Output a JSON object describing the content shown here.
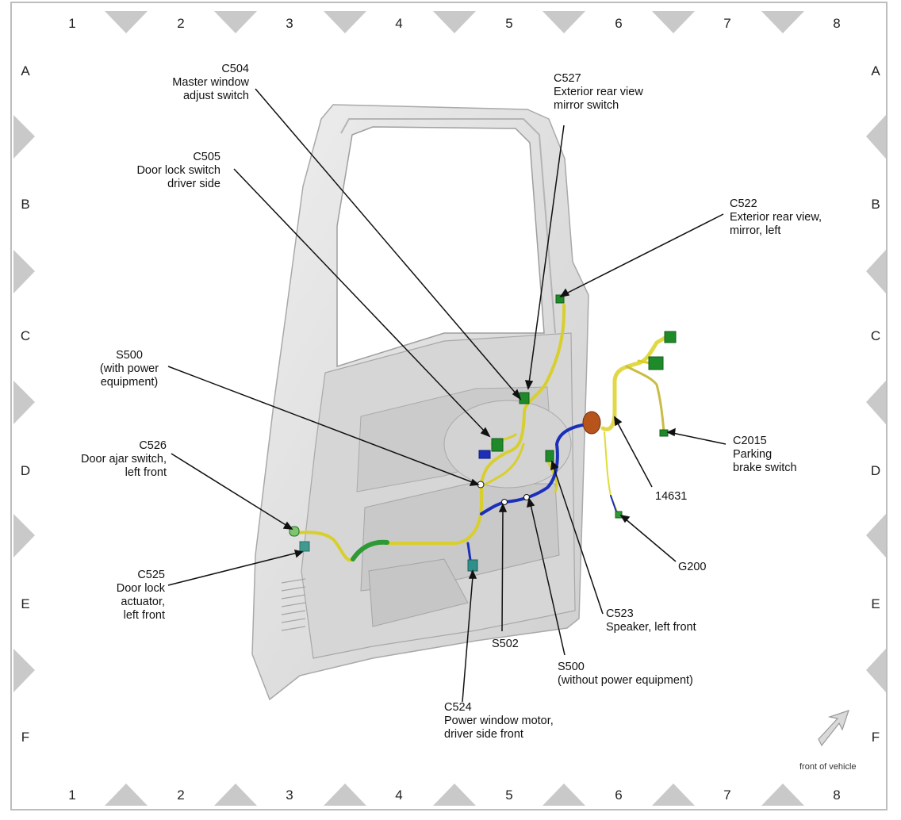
{
  "grid": {
    "columns": [
      "1",
      "2",
      "3",
      "4",
      "5",
      "6",
      "7",
      "8"
    ],
    "rows": [
      "A",
      "B",
      "C",
      "D",
      "E",
      "F"
    ]
  },
  "callouts": [
    {
      "id": "c504",
      "lines": [
        "C504",
        "Master window",
        "adjust switch"
      ]
    },
    {
      "id": "c527",
      "lines": [
        "C527",
        "Exterior rear view",
        "mirror switch"
      ]
    },
    {
      "id": "c505",
      "lines": [
        "C505",
        "Door lock switch",
        "driver side"
      ]
    },
    {
      "id": "c522",
      "lines": [
        "C522",
        "Exterior rear view,",
        "mirror, left"
      ]
    },
    {
      "id": "s500a",
      "lines": [
        "S500",
        "(with power",
        "equipment)"
      ]
    },
    {
      "id": "c526",
      "lines": [
        "C526",
        "Door ajar switch,",
        "left front"
      ]
    },
    {
      "id": "c2015",
      "lines": [
        "C2015",
        "Parking",
        "brake switch"
      ]
    },
    {
      "id": "n14631",
      "lines": [
        "14631"
      ]
    },
    {
      "id": "g200",
      "lines": [
        "G200"
      ]
    },
    {
      "id": "c525",
      "lines": [
        "C525",
        "Door lock",
        "actuator,",
        "left front"
      ]
    },
    {
      "id": "c523",
      "lines": [
        "C523",
        "Speaker, left front"
      ]
    },
    {
      "id": "s502",
      "lines": [
        "S502"
      ]
    },
    {
      "id": "s500b",
      "lines": [
        "S500",
        "(without power equipment)"
      ]
    },
    {
      "id": "c524",
      "lines": [
        "C524",
        "Power window motor,",
        "driver side front"
      ]
    }
  ],
  "orientation": {
    "label": "front of vehicle"
  },
  "colors": {
    "wire_yellow": "#e9e04a",
    "wire_blue": "#1b2fb8",
    "connector_green": "#1f8a2a",
    "grommet": "#b6541c",
    "door": "#dcdcdc"
  }
}
